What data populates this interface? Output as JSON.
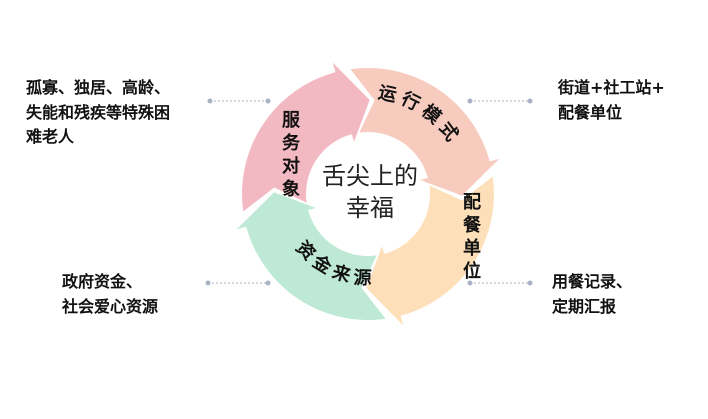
{
  "center_title": [
    "舌尖上的",
    "幸福"
  ],
  "segments": [
    {
      "label": "服务对象",
      "color": "#f3b9c3"
    },
    {
      "label": "运行模式",
      "color": "#f8cbbf"
    },
    {
      "label": "配餐单位",
      "color": "#fde0ba"
    },
    {
      "label": "资金来源",
      "color": "#bfe9d7"
    }
  ],
  "annotations": {
    "top_left": "孤寡、独居、高龄、\n失能和残疾等特殊困\n难老人",
    "top_right": "街道+社工站+\n配餐单位",
    "bottom_left": "政府资金、\n社会爱心资源",
    "bottom_right": "用餐记录、\n定期汇报"
  },
  "connector_color": "#a9b3c4"
}
